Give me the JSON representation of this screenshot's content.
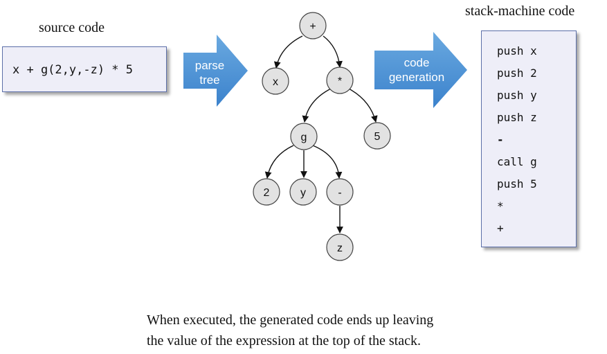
{
  "source_heading": "source code",
  "source_code": "x + g(2,y,-z) * 5",
  "stack_heading": "stack-machine code",
  "arrow_parse": [
    "parse",
    "tree"
  ],
  "arrow_codegen": [
    "code",
    "generation"
  ],
  "stack_code": [
    "push x",
    "push 2",
    "push y",
    "push z",
    "-",
    "call g",
    "push 5",
    "*",
    "+"
  ],
  "tree_nodes": [
    {
      "id": "plus",
      "label": "+"
    },
    {
      "id": "x",
      "label": "x"
    },
    {
      "id": "times",
      "label": "*"
    },
    {
      "id": "g",
      "label": "g"
    },
    {
      "id": "five",
      "label": "5"
    },
    {
      "id": "two",
      "label": "2"
    },
    {
      "id": "y",
      "label": "y"
    },
    {
      "id": "neg",
      "label": "-"
    },
    {
      "id": "z",
      "label": "z"
    }
  ],
  "caption": [
    "When executed, the generated code ends up leaving",
    "the value of the expression at the top of the stack."
  ],
  "colors": {
    "node_fill": "#e2e2e2",
    "arrow_fill": "#4a90d2",
    "box_fill": "#eeeef8",
    "box_border": "#5b6ea8"
  }
}
